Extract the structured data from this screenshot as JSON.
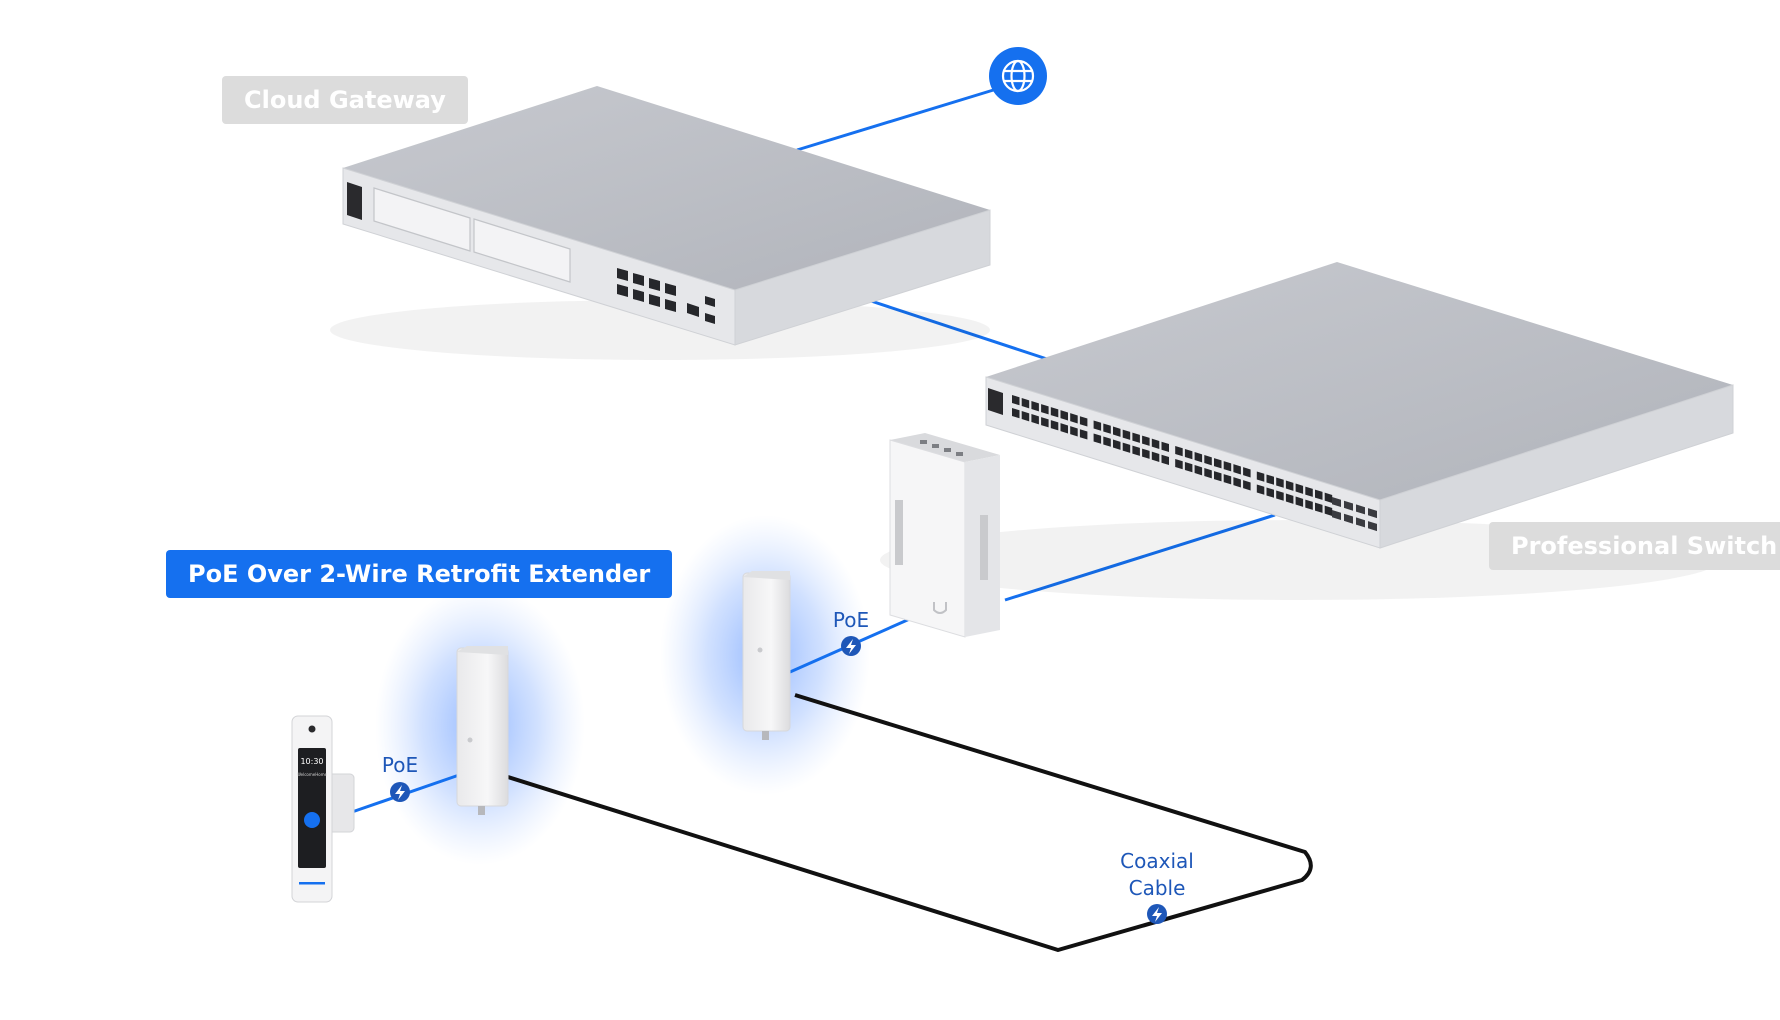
{
  "labels": {
    "cloud_gateway": "Cloud Gateway",
    "professional_switch": "Professional Switch",
    "extender": "PoE Over 2-Wire Retrofit Extender",
    "poe_left": "PoE",
    "poe_right": "PoE",
    "coax_line1": "Coaxial",
    "coax_line2": "Cable"
  },
  "intercom_screen": {
    "time": "10:30",
    "name": "WelcomeHome"
  },
  "colors": {
    "network_cable": "#1570ef",
    "coax_cable": "#111111",
    "badge_blue": "#1e57b8",
    "tag_gray": "#dcdcdc",
    "tag_blue": "#1570ef",
    "globe_blue": "#1570ef",
    "device_glow": "#4d8dff"
  },
  "icons": {
    "internet": "globe-icon",
    "power": "lightning-bolt-icon",
    "device_logo": "ubiquiti-u-logo-icon"
  }
}
